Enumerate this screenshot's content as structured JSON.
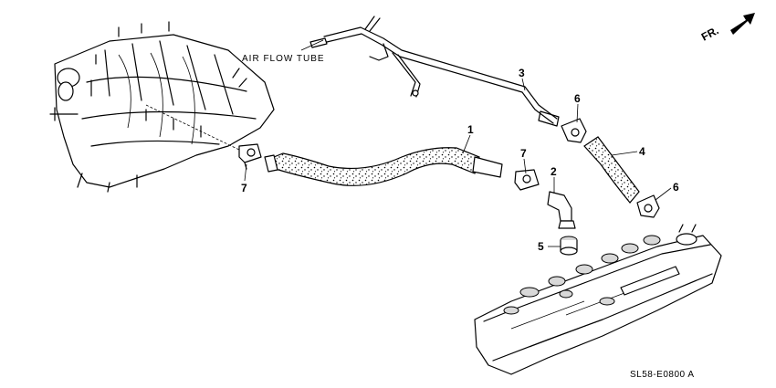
{
  "callout_label": "AIR FLOW TUBE",
  "front_indicator": "FR.",
  "diagram_code": "SL58-E0800 A",
  "part_numbers": {
    "p1": "1",
    "p2": "2",
    "p3": "3",
    "p4": "4",
    "p5": "5",
    "p6a": "6",
    "p6b": "6",
    "p7a": "7",
    "p7b": "7"
  }
}
